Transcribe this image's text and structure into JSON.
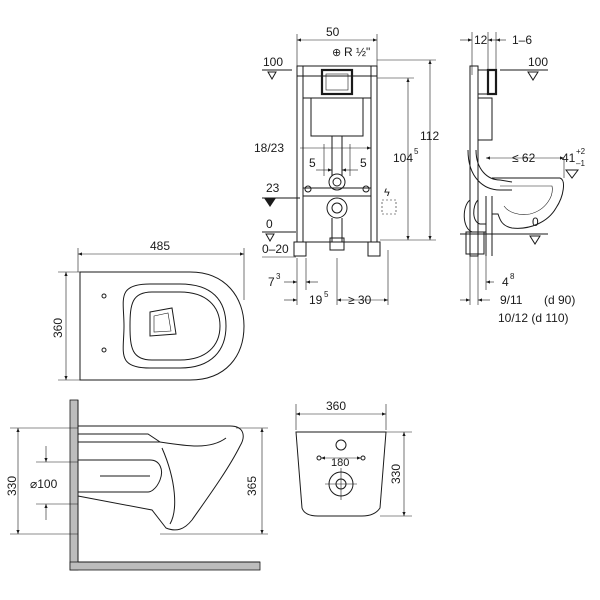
{
  "front_frame": {
    "width_top": "50",
    "pipe_thread": "R ½\"",
    "level_100": "100",
    "height_112": "112",
    "height_104": "104",
    "height_104_sup": "5",
    "pipe_spacing": "18/23",
    "offset_left": "5",
    "offset_right": "5",
    "level_23": "23",
    "level_0": "0",
    "range_0_20": "0–20",
    "offset_7": "7",
    "offset_7_sup": "3",
    "offset_19": "19",
    "offset_19_sup": "5",
    "offset_30": "≥ 30"
  },
  "side_frame": {
    "depth_12": "12",
    "depth_1_6": "1–6",
    "level_100": "100",
    "projection": "≤ 62",
    "height_41": "41",
    "tol_plus": "+2",
    "tol_minus": "–1",
    "level_0": "0",
    "offset_4": "4",
    "offset_4_sup": "8",
    "size_9_11": "9/11",
    "note_d90": "(d 90)",
    "size_10_12": "10/12 (d 110)"
  },
  "top_view": {
    "length": "485",
    "width": "360"
  },
  "side_section": {
    "height_330": "330",
    "height_365": "365",
    "diameter": "⌀100"
  },
  "rear_view": {
    "width": "360",
    "bolt_spacing": "180",
    "height": "330"
  },
  "colors": {
    "line": "#1a1a1a",
    "wall_fill": "#bdbdbd",
    "background": "#ffffff"
  }
}
